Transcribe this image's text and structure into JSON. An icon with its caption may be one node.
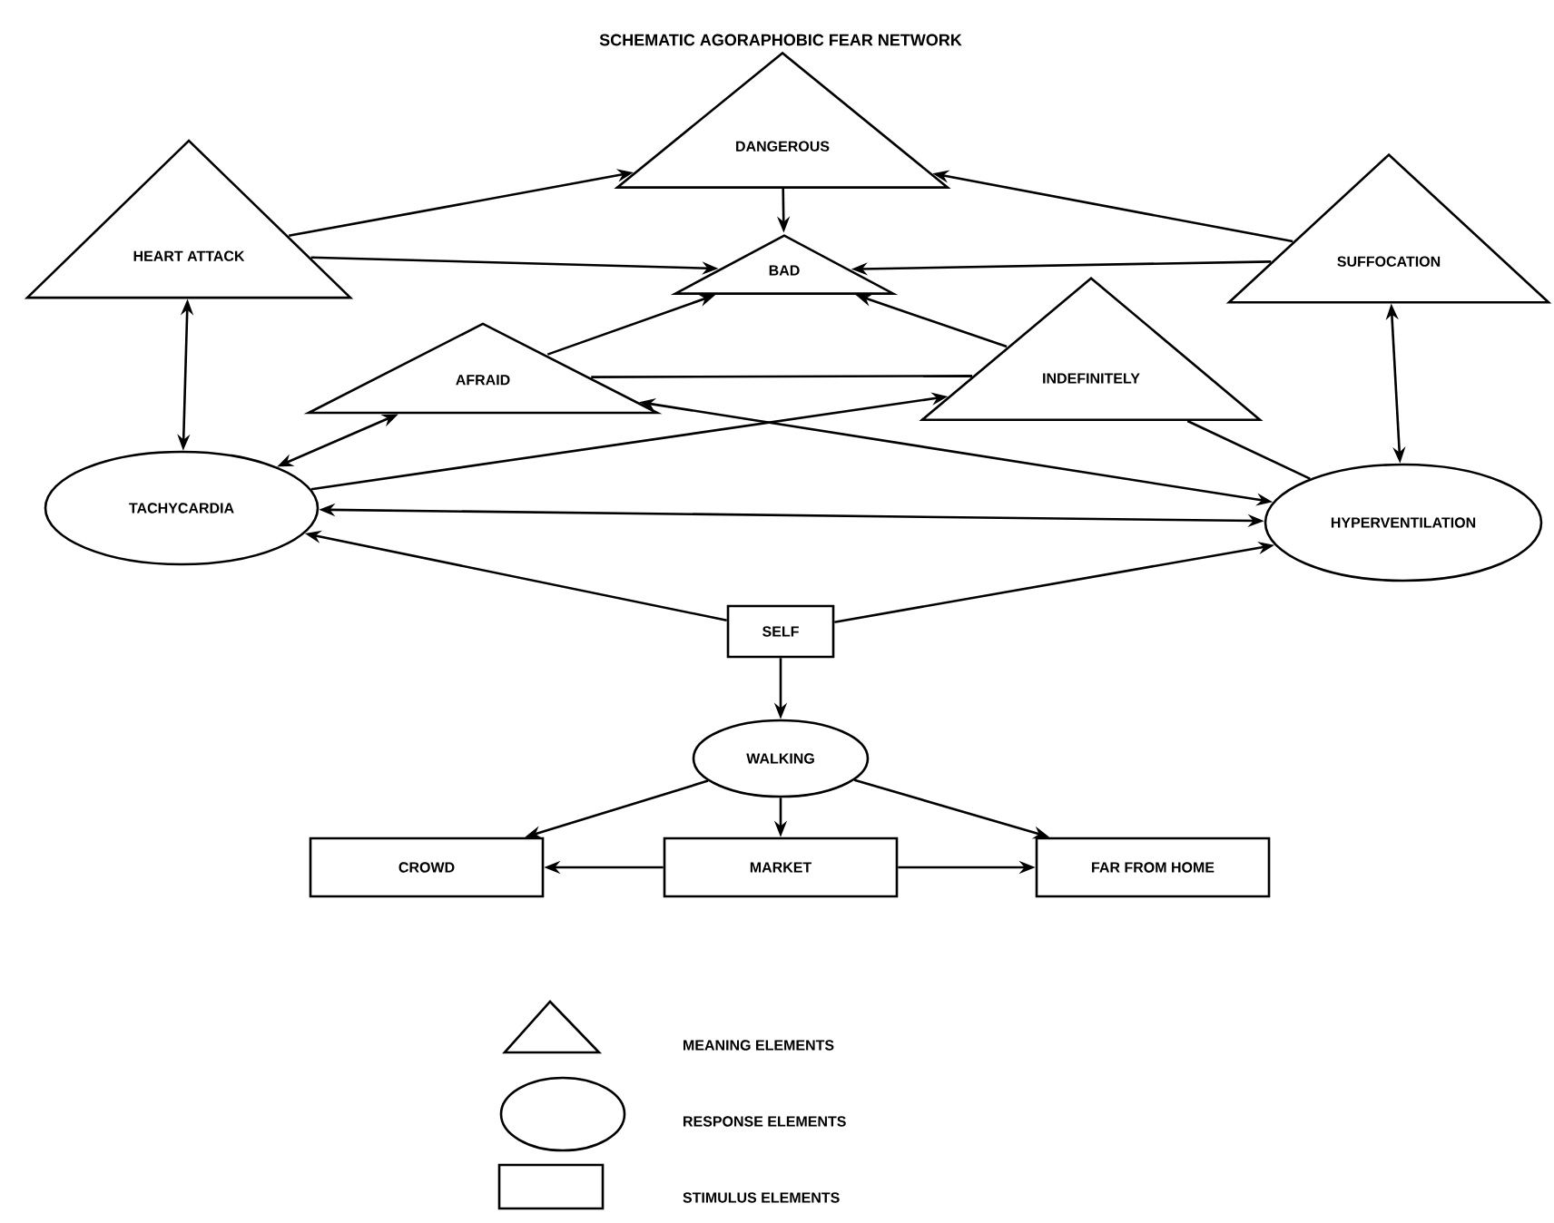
{
  "diagram": {
    "title": "SCHEMATIC AGORAPHOBIC FEAR NETWORK",
    "nodes": [
      {
        "text": [
          "DANGEROUS"
        ]
      },
      {
        "text": [
          "HEART ATTACK"
        ]
      },
      {
        "text": [
          "BAD"
        ]
      },
      {
        "text": [
          "SUFFOCATION"
        ]
      },
      {
        "text": [
          "AFRAID"
        ]
      },
      {
        "text": [
          "INDEFINITELY"
        ]
      },
      {
        "text": [
          "TACHYCARDIA"
        ]
      },
      {
        "text": [
          "HYPERVENTILATION"
        ]
      },
      {
        "text": [
          "SELF"
        ]
      },
      {
        "text": [
          "WALKING"
        ]
      },
      {
        "text": [
          "CROWD"
        ]
      },
      {
        "text": [
          "MARKET"
        ]
      },
      {
        "text": [
          "FAR FROM HOME"
        ]
      }
    ],
    "edges": [
      {
        "from": 1,
        "to": 0,
        "arrow": "to"
      },
      {
        "from": 1,
        "to": 2,
        "arrow": "to"
      },
      {
        "from": 0,
        "to": 2,
        "arrow": "to"
      },
      {
        "from": 3,
        "to": 0,
        "arrow": "to"
      },
      {
        "from": 3,
        "to": 2,
        "arrow": "to"
      },
      {
        "from": 4,
        "to": 2,
        "arrow": "to"
      },
      {
        "from": 5,
        "to": 2,
        "arrow": "to"
      },
      {
        "from": 4,
        "to": 5,
        "arrow": "none"
      },
      {
        "from": 1,
        "to": 6,
        "arrow": "both"
      },
      {
        "from": 3,
        "to": 7,
        "arrow": "both"
      },
      {
        "from": 6,
        "to": 4,
        "arrow": "both"
      },
      {
        "from": 4,
        "to": 7,
        "arrow": "both"
      },
      {
        "from": 6,
        "to": 5,
        "arrow": "to"
      },
      {
        "from": 5,
        "to": 7,
        "arrow": "none"
      },
      {
        "from": 6,
        "to": 7,
        "arrow": "both"
      },
      {
        "from": 8,
        "to": 6,
        "arrow": "to"
      },
      {
        "from": 8,
        "to": 7,
        "arrow": "to"
      },
      {
        "from": 8,
        "to": 9,
        "arrow": "to"
      },
      {
        "from": 9,
        "to": 10,
        "arrow": "to"
      },
      {
        "from": 9,
        "to": 11,
        "arrow": "to"
      },
      {
        "from": 9,
        "to": 12,
        "arrow": "to"
      },
      {
        "from": 11,
        "to": 10,
        "arrow": "to"
      },
      {
        "from": 11,
        "to": 12,
        "arrow": "to"
      }
    ],
    "legend": [
      {
        "text": "MEANING ELEMENTS"
      },
      {
        "text": "RESPONSE ELEMENTS"
      },
      {
        "text": "STIMULUS ELEMENTS"
      }
    ]
  }
}
